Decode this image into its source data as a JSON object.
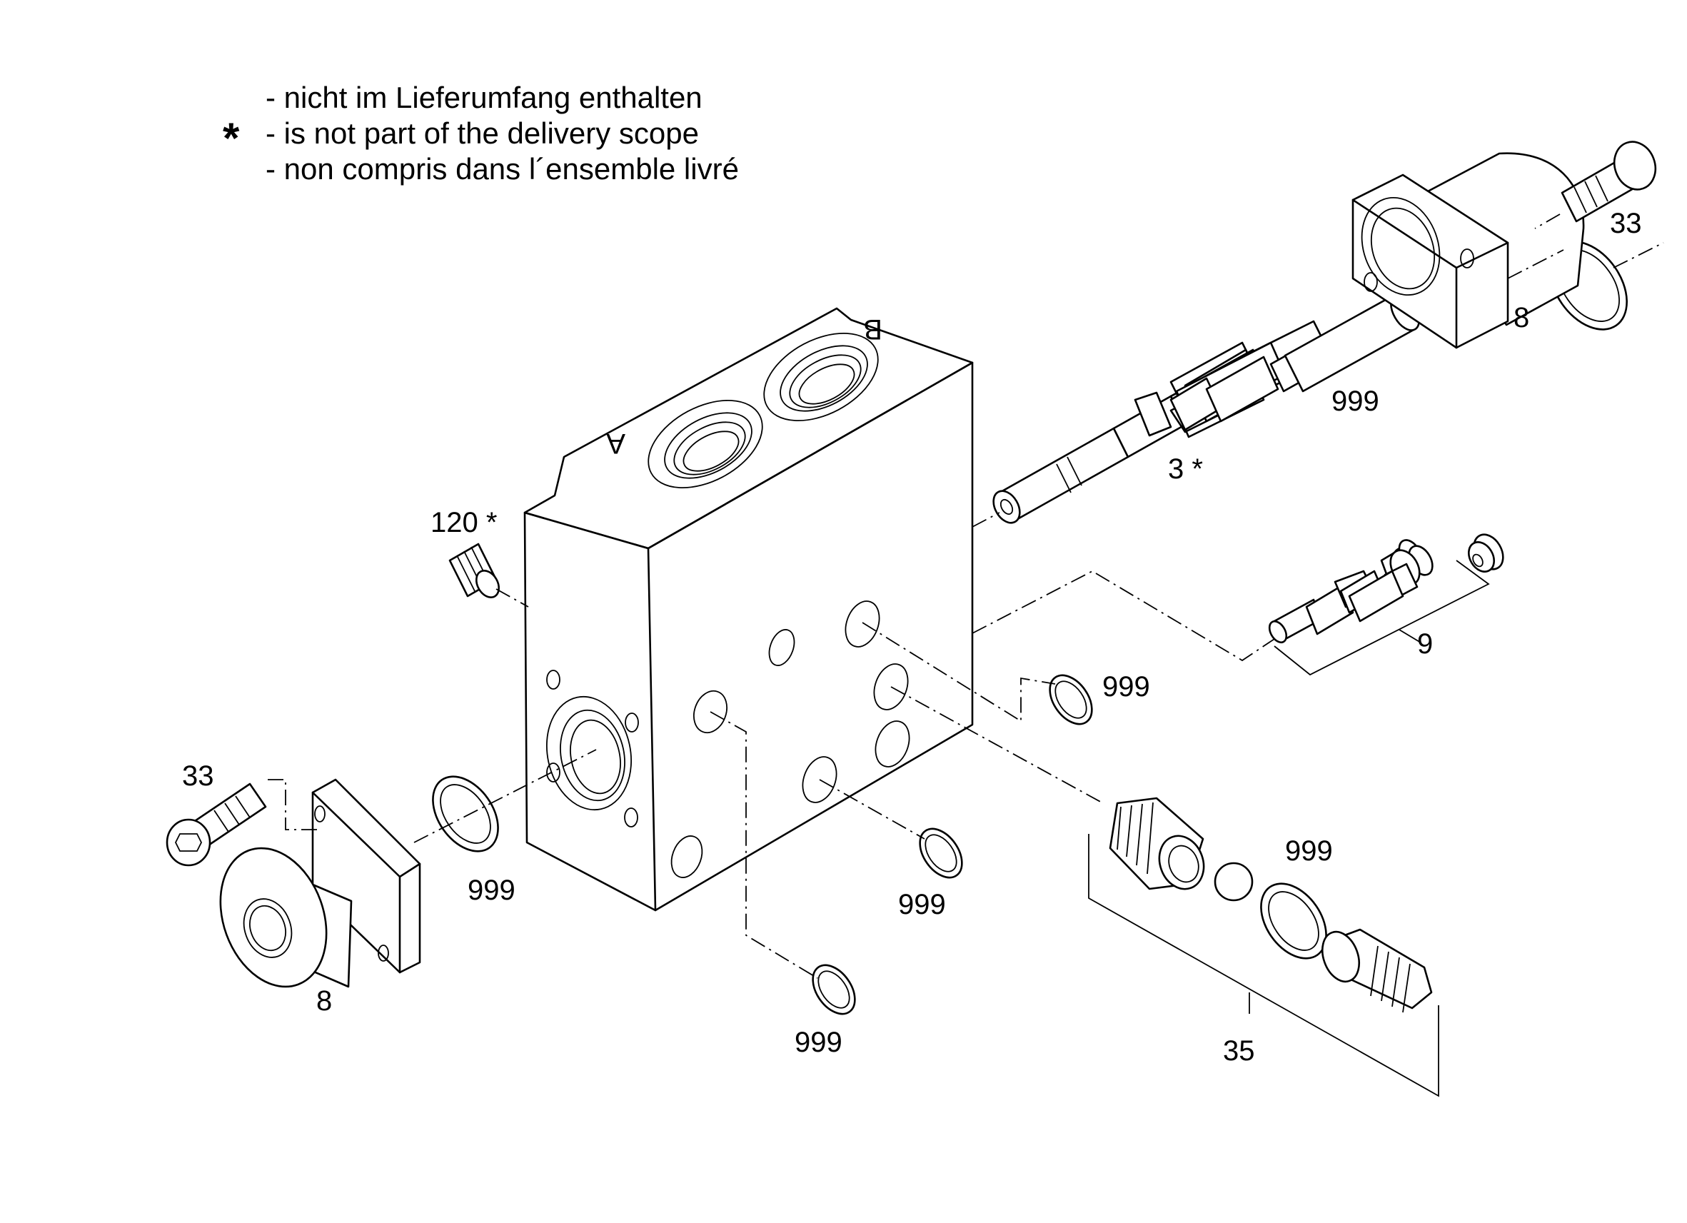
{
  "legend": {
    "symbol": "*",
    "lines": [
      "- nicht im Lieferumfang enthalten",
      "- is not part of the delivery scope",
      "- non compris dans l´ensemble livré"
    ]
  },
  "block_port_labels": {
    "a": "A",
    "b": "B"
  },
  "callouts": [
    {
      "id": "c33-top",
      "text": "33"
    },
    {
      "id": "c8-top",
      "text": "8"
    },
    {
      "id": "c999-spool",
      "text": "999"
    },
    {
      "id": "c3",
      "text": "3 *"
    },
    {
      "id": "c120",
      "text": "120 *"
    },
    {
      "id": "c9",
      "text": "9"
    },
    {
      "id": "c999-right",
      "text": "999"
    },
    {
      "id": "c33-left",
      "text": "33"
    },
    {
      "id": "c999-left",
      "text": "999"
    },
    {
      "id": "c8-left",
      "text": "8"
    },
    {
      "id": "c999-mid",
      "text": "999"
    },
    {
      "id": "c999-valve",
      "text": "999"
    },
    {
      "id": "c999-bottom",
      "text": "999"
    },
    {
      "id": "c35",
      "text": "35"
    }
  ]
}
